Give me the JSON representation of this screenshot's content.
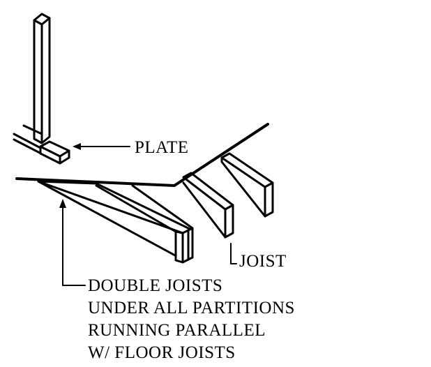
{
  "labels": {
    "plate": "PLATE",
    "joist": "JOIST",
    "double_joists_line1": "DOUBLE JOISTS",
    "double_joists_line2": "UNDER ALL PARTITIONS",
    "double_joists_line3": "RUNNING PARALLEL",
    "double_joists_line4": "W/ FLOOR JOISTS"
  }
}
